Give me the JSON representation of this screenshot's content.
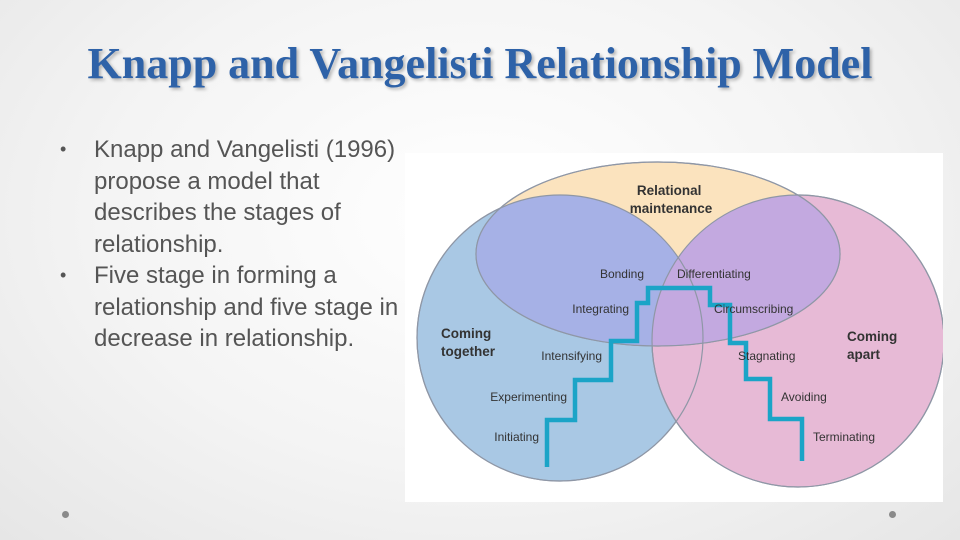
{
  "slide": {
    "title": "Knapp and Vangelisti Relationship Model",
    "bullets": [
      "Knapp and Vangelisti (1996) propose a model that describes the stages of relationship.",
      "Five stage in forming a relationship and five stage in decrease in relationship."
    ]
  },
  "diagram": {
    "top_label": [
      "Relational",
      "maintenance"
    ],
    "left_label": [
      "Coming",
      "together"
    ],
    "right_label": [
      "Coming",
      "apart"
    ],
    "coming_together_stages": [
      "Initiating",
      "Experimenting",
      "Intensifying",
      "Integrating",
      "Bonding"
    ],
    "coming_apart_stages": [
      "Differentiating",
      "Circumscribing",
      "Stagnating",
      "Avoiding",
      "Terminating"
    ],
    "colors": {
      "left_circle": "#a9c8e4",
      "right_circle": "#e7bad6",
      "top_ellipse": "#fbe3be",
      "overlap_left": "#a6b1e6",
      "overlap_right": "#c3a9e0",
      "staircase": "#1ba4c7"
    }
  }
}
